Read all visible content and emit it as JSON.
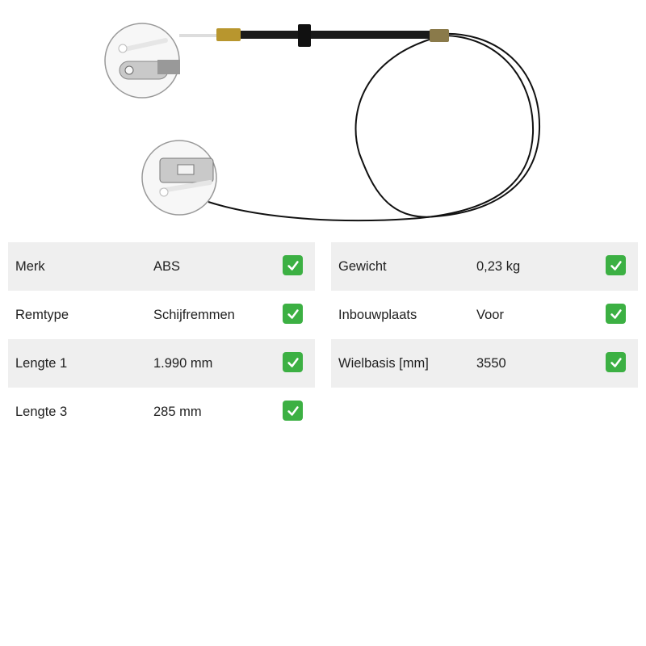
{
  "specs_left": [
    {
      "label": "Merk",
      "value": "ABS"
    },
    {
      "label": "Remtype",
      "value": "Schijfremmen"
    },
    {
      "label": "Lengte 1",
      "value": "1.990 mm"
    },
    {
      "label": "Lengte 3",
      "value": "285 mm"
    }
  ],
  "specs_right": [
    {
      "label": "Gewicht",
      "value": "0,23 kg"
    },
    {
      "label": "Inbouwplaats",
      "value": "Voor"
    },
    {
      "label": "Wielbasis [mm]",
      "value": "3550"
    }
  ],
  "icons": {
    "check": "check-icon"
  },
  "colors": {
    "row_shade": "#efefef",
    "check_green": "#3cb043"
  }
}
